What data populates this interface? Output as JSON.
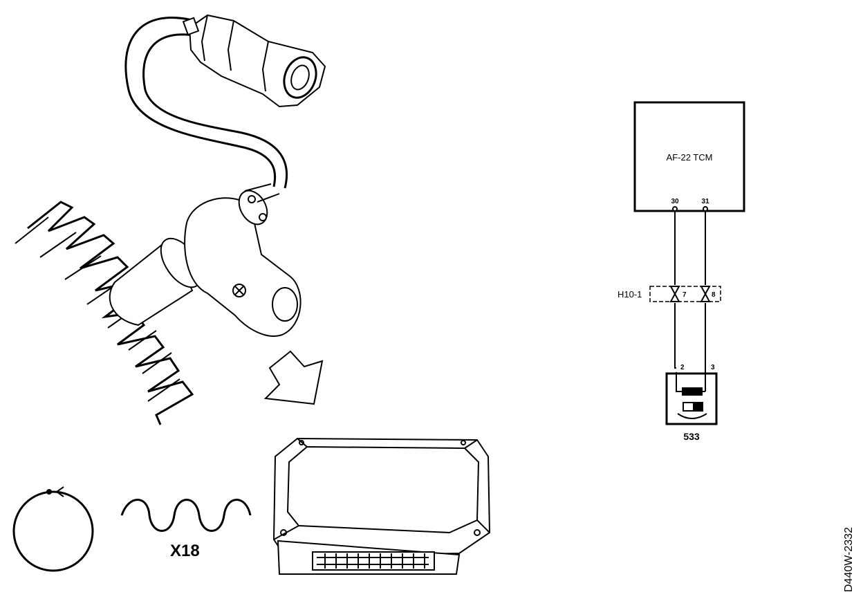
{
  "schematic": {
    "module_label": "AF-22 TCM",
    "module_pins": [
      "30",
      "31"
    ],
    "connector_label": "H10-1",
    "connector_pins": [
      "7",
      "8"
    ],
    "sensor_pins": [
      "2",
      "3"
    ],
    "sensor_id": "533"
  },
  "illustration": {
    "multiplier_label": "X18"
  },
  "figure_ref": "D440W-2332"
}
